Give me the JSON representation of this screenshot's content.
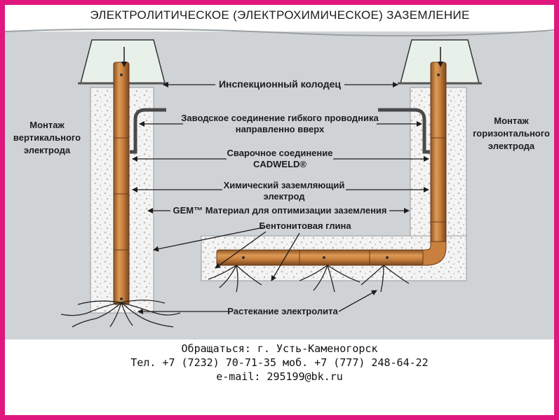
{
  "title": "ЭЛЕКТРОЛИТИЧЕСКОЕ (ЭЛЕКТРОХИМИЧЕСКОЕ) ЗАЗЕМЛЕНИЕ",
  "labels": {
    "inspection_well": "Инспекционный колодец",
    "factory_connection_1": "Заводское соединение гибкого проводника",
    "factory_connection_2": "направленно вверх",
    "weld_1": "Сварочное соединение",
    "weld_2": "CADWELD®",
    "chem_electrode_1": "Химический заземляющий",
    "chem_electrode_2": "электрод",
    "gem_material": "GEM™ Материал для оптимизации заземления",
    "bentonite": "Бентонитовая глина",
    "electrolyte": "Растекание электролита",
    "vertical_1": "Монтаж",
    "vertical_2": "вертикального",
    "vertical_3": "электрода",
    "horizontal_1": "Монтаж",
    "horizontal_2": "горизонтального",
    "horizontal_3": "электрода"
  },
  "contact": {
    "line1": "Обращаться: г. Усть-Каменогорск",
    "line2": "Тел. +7 (7232) 70-71-35  моб. +7 (777) 248-64-22",
    "line3": "e-mail: 295199@bk.ru"
  },
  "colors": {
    "frame": "#e0177f",
    "ground": "#cfd3d6",
    "gravel": "#f3f3f3",
    "pipe": "#c9803e",
    "pipe_dark": "#8c5224",
    "well": "#e8f0ea"
  }
}
